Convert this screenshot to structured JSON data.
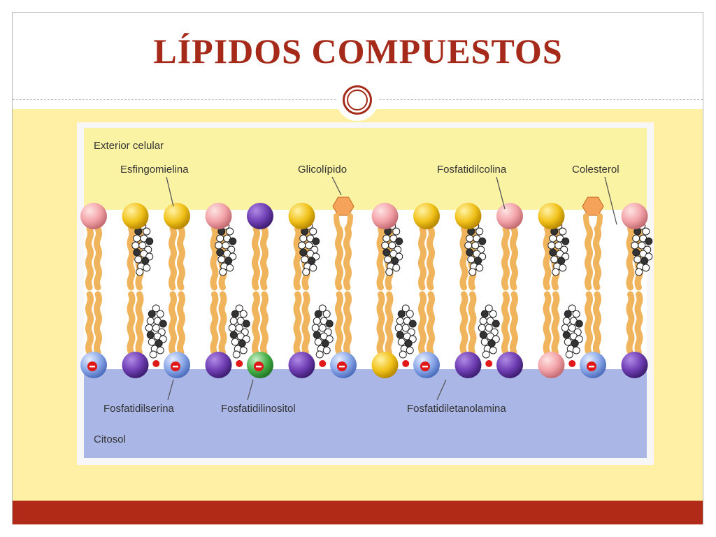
{
  "slide": {
    "title": "LÍPIDOS COMPUESTOS"
  },
  "diagram": {
    "region_top": "Exterior celular",
    "region_bottom": "Citosol",
    "labels": {
      "sphingomyelin": "Esfingomielina",
      "glycolipid": "Glicolípido",
      "phosphatidylcholine": "Fosfatidilcolina",
      "cholesterol": "Colesterol",
      "phosphatidylserine": "Fosfatidilserina",
      "phosphatidylinositol": "Fosfatidilinositol",
      "phosphatidylethanolamine": "Fosfatidiletanolamina"
    },
    "outer_leaflet_heads": [
      "pink",
      "yellow",
      "yellow",
      "pink",
      "purple",
      "yellow",
      "glycolipid",
      "pink",
      "yellow",
      "yellow",
      "pink",
      "yellow",
      "glycolipid",
      "pink"
    ],
    "inner_leaflet_heads": [
      "blue-neg",
      "purple",
      "blue-neg",
      "purple",
      "green-neg",
      "purple",
      "blue-neg",
      "yellow",
      "blue-neg",
      "purple",
      "purple",
      "pink",
      "blue-neg",
      "purple"
    ],
    "colors": {
      "exterior": "#fbf3a4",
      "cytosol": "#aab6e6",
      "yellow_head": "#f2c21b",
      "pink_head": "#f2a2a7",
      "purple_head": "#6f3eb4",
      "blue_head": "#8aa7e8",
      "green_head": "#48b04a",
      "glycolipid_head": "#f5a35a",
      "tail": "#f0b45c",
      "title": "#a52a19",
      "footer": "#b12a18"
    }
  }
}
